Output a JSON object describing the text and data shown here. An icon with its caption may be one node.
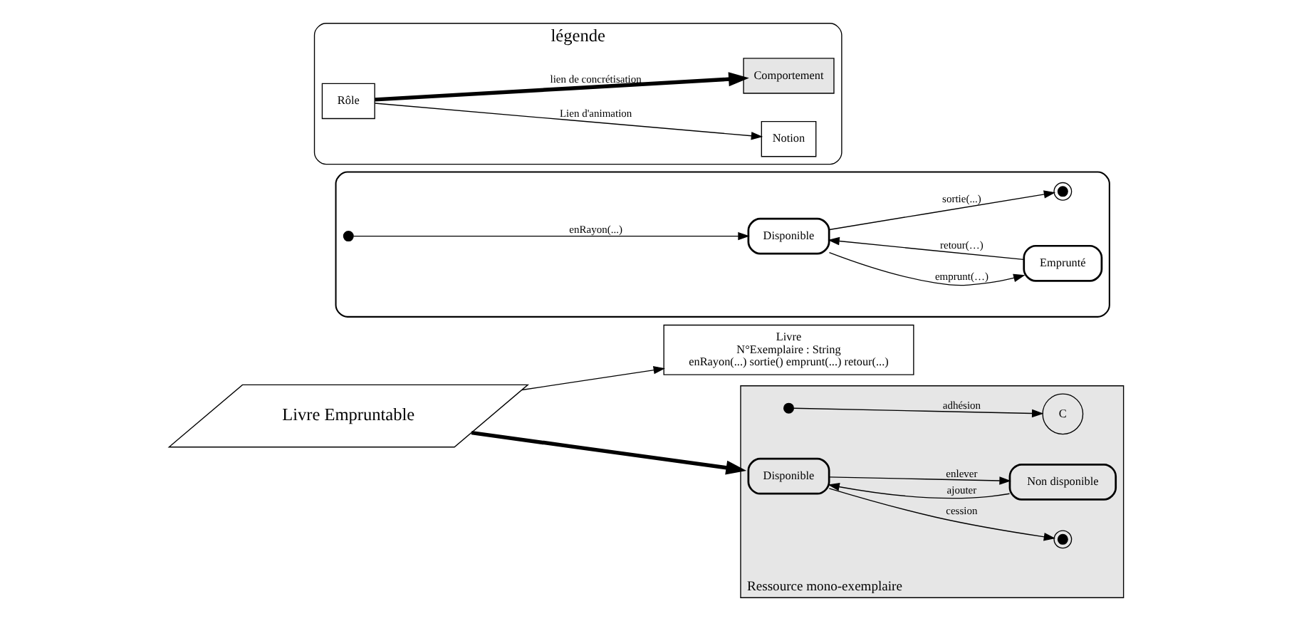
{
  "diagram": {
    "nodes": [
      {
        "text": [
          "Livre",
          "N°Exemplaire : String",
          "enRayon(...) sortie() emprunt(...) retour(...)"
        ]
      },
      {
        "text": [
          "Ressource mono-exemplaire"
        ]
      },
      {
        "text": [],
        "shape": "circle",
        "in": 1
      },
      {
        "text": [
          "C"
        ],
        "in": 1
      },
      {
        "text": [
          "Disponible"
        ],
        "in": 1
      },
      {
        "text": [
          "Non disponible"
        ],
        "in": 1
      },
      {
        "text": [],
        "shape": "circle",
        "in": 1
      },
      {
        "text": [
          "Livre Empruntable"
        ]
      },
      {
        "text": [],
        "shape": "box"
      },
      {
        "text": [],
        "shape": "circle",
        "in": 8
      },
      {
        "text": [
          "Disponible"
        ],
        "in": 8
      },
      {
        "text": [
          "Emprunté"
        ],
        "in": 8
      },
      {
        "text": [],
        "shape": "circle",
        "in": 8
      },
      {
        "text": [
          "légende"
        ]
      },
      {
        "text": [
          "Notion"
        ],
        "in": 13
      },
      {
        "text": [
          "Comportement"
        ],
        "in": 13
      },
      {
        "text": [
          "Rôle"
        ],
        "in": 13
      }
    ],
    "edges": [
      {
        "from": 2,
        "to": 3,
        "arrow": "to",
        "label": "adhésion"
      },
      {
        "from": 4,
        "to": 5,
        "arrow": "to",
        "label": "enlever"
      },
      {
        "from": 5,
        "to": 4,
        "arrow": "to",
        "label": "ajouter"
      },
      {
        "from": 4,
        "to": 6,
        "arrow": "to",
        "label": "cession"
      },
      {
        "from": 7,
        "to": 0,
        "arrow": "to"
      },
      {
        "from": 7,
        "to": 1,
        "arrow": "to",
        "style": "thick"
      },
      {
        "from": 9,
        "to": 10,
        "arrow": "to",
        "label": "enRayon(...)"
      },
      {
        "from": 10,
        "to": 11,
        "arrow": "to",
        "label": "emprunt(…)"
      },
      {
        "from": 11,
        "to": 10,
        "arrow": "to",
        "label": "retour(…)"
      },
      {
        "from": 10,
        "to": 12,
        "arrow": "to",
        "label": "sortie(...)"
      },
      {
        "from": 16,
        "to": 14,
        "arrow": "to",
        "label": "Lien d'animation"
      },
      {
        "from": 16,
        "to": 15,
        "arrow": "to",
        "label": "lien de concrétisation",
        "style": "thick"
      }
    ]
  }
}
